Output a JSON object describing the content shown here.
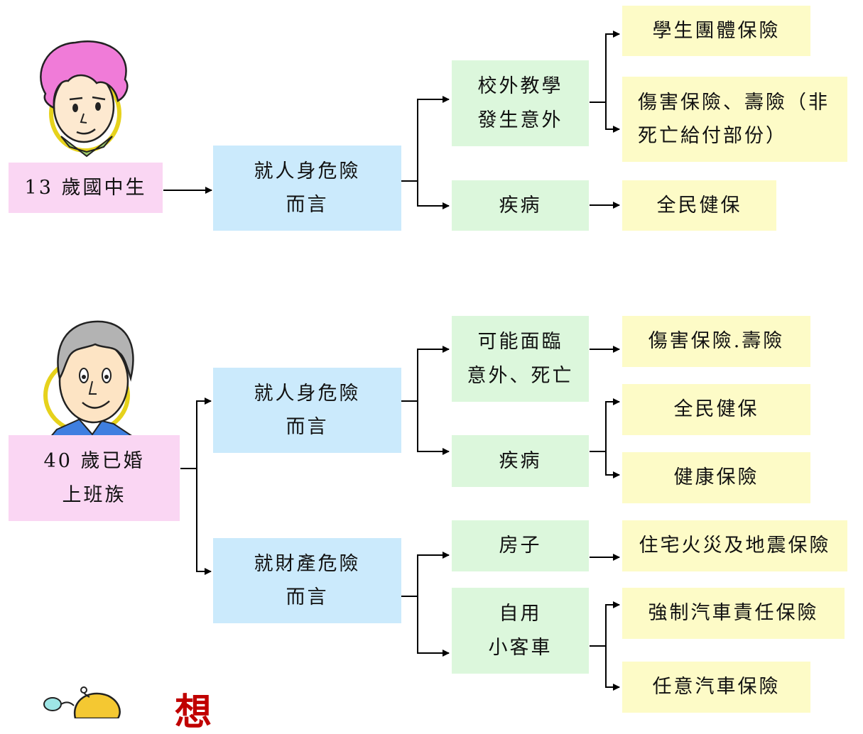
{
  "colors": {
    "person_box": "#fad6f3",
    "risk_box": "#cbeafc",
    "event_box": "#dcf7dc",
    "insurance_box": "#fdfbc7",
    "title_red": "#c00000"
  },
  "diagram1": {
    "person": "13 歲國中生",
    "risk": "就人身危險\n而言",
    "events": [
      {
        "label": "校外教學\n發生意外",
        "insurances": [
          "學生團體保險",
          "傷害保險、壽險（非\n死亡給付部份）"
        ]
      },
      {
        "label": "疾病",
        "insurances": [
          "全民健保"
        ]
      }
    ]
  },
  "diagram2": {
    "person": "40 歲已婚\n上班族",
    "risks": [
      {
        "label": "就人身危險\n而言",
        "events": [
          {
            "label": "可能面臨\n意外、死亡",
            "insurances": [
              "傷害保險.壽險"
            ]
          },
          {
            "label": "疾病",
            "insurances": [
              "全民健保",
              "健康保險"
            ]
          }
        ]
      },
      {
        "label": "就財產危險\n而言",
        "events": [
          {
            "label": "房子",
            "insurances": [
              "住宅火災及地震保險"
            ]
          },
          {
            "label": "自用\n小客車",
            "insurances": [
              "強制汽車責任保險",
              "任意汽車保險"
            ]
          }
        ]
      }
    ]
  },
  "footer": {
    "title_partial": "想"
  }
}
